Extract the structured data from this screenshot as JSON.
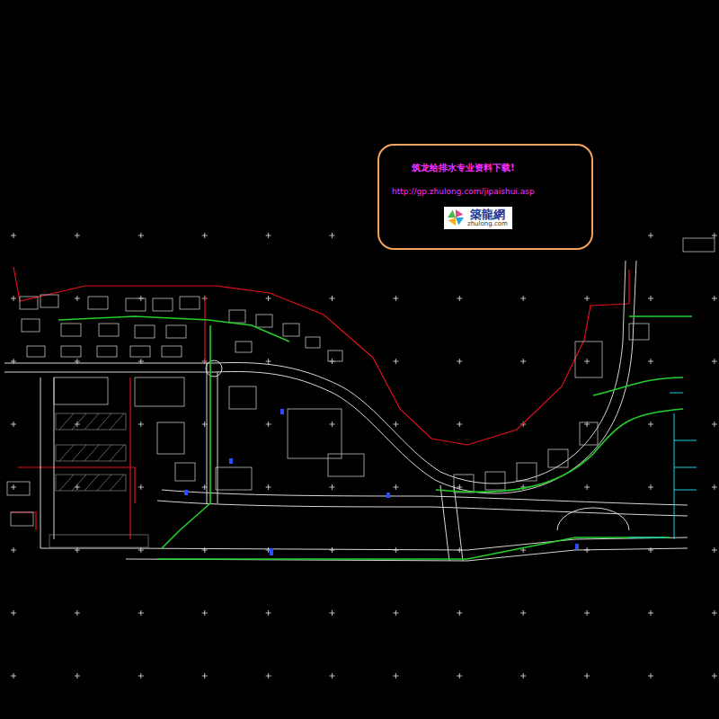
{
  "diagram": {
    "nodes": [
      {
        "text": [
          "筑龙给排水专业资料下载!",
          "http://gp.zhulong.com/jipaishui.asp"
        ]
      },
      {
        "text": [
          "築龍網",
          "zhulong.com"
        ],
        "in": 0
      }
    ]
  }
}
